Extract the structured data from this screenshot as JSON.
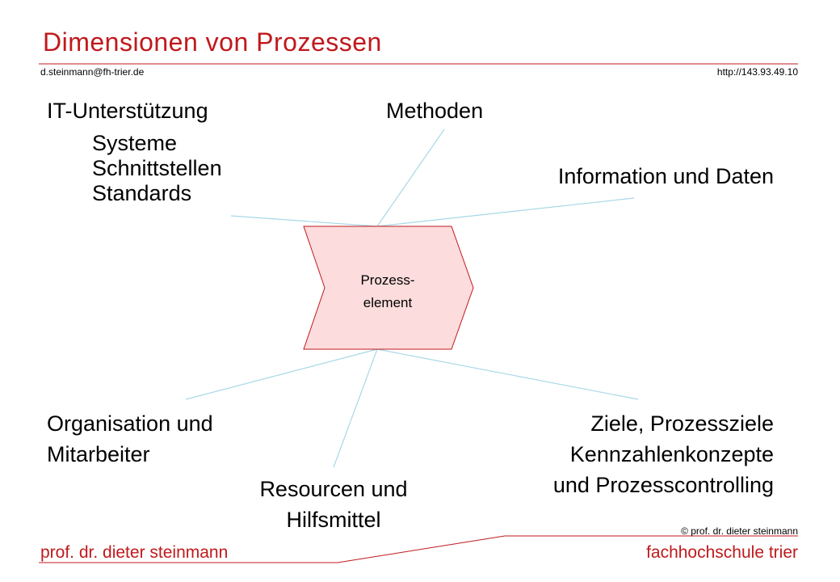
{
  "header": {
    "title": "Dimensionen von Prozessen",
    "email": "d.steinmann@fh-trier.de",
    "url": "http://143.93.49.10"
  },
  "center": {
    "line1": "Prozess-",
    "line2": "element"
  },
  "dimensions": {
    "it": "IT-Unterstützung",
    "it_items": [
      "Systeme",
      "Schnittstellen",
      "Standards"
    ],
    "methods": "Methoden",
    "information": "Information und Daten",
    "organisation": [
      "Organisation und",
      "Mitarbeiter"
    ],
    "resources": [
      "Resourcen und",
      "Hilfsmittel"
    ],
    "goals": [
      "Ziele, Prozessziele",
      "Kennzahlenkonzepte",
      "und Prozesscontrolling"
    ]
  },
  "footer": {
    "copyright": "© prof. dr. dieter steinmann",
    "author": "prof. dr. dieter steinmann",
    "school": "fachhochschule trier"
  },
  "colors": {
    "accent": "#c0191c",
    "connector": "#a8d8e8",
    "shape_fill": "#fcdcdc",
    "shape_stroke": "#c0191c"
  }
}
